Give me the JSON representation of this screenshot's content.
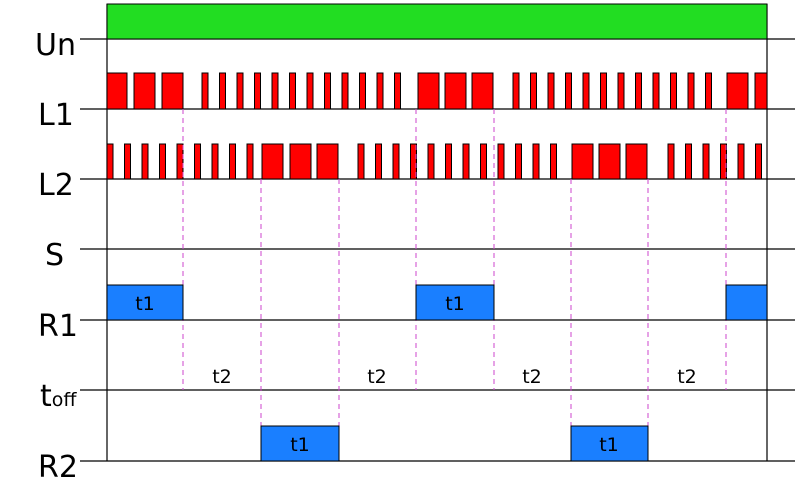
{
  "signals": {
    "un": {
      "label": "Un"
    },
    "l1": {
      "label": "L1"
    },
    "l2": {
      "label": "L2"
    },
    "s": {
      "label": "S"
    },
    "r1": {
      "label": "R1"
    },
    "toff": {
      "label_main": "t",
      "label_sub": "off"
    },
    "r2": {
      "label": "R2"
    }
  },
  "segments": {
    "t1": "t1",
    "t2": "t2"
  },
  "colors": {
    "supply": "#22dd22",
    "pulses": "#ff0000",
    "relay": "#1a7fff",
    "guides": "#cc44cc",
    "lines": "#000000"
  }
}
